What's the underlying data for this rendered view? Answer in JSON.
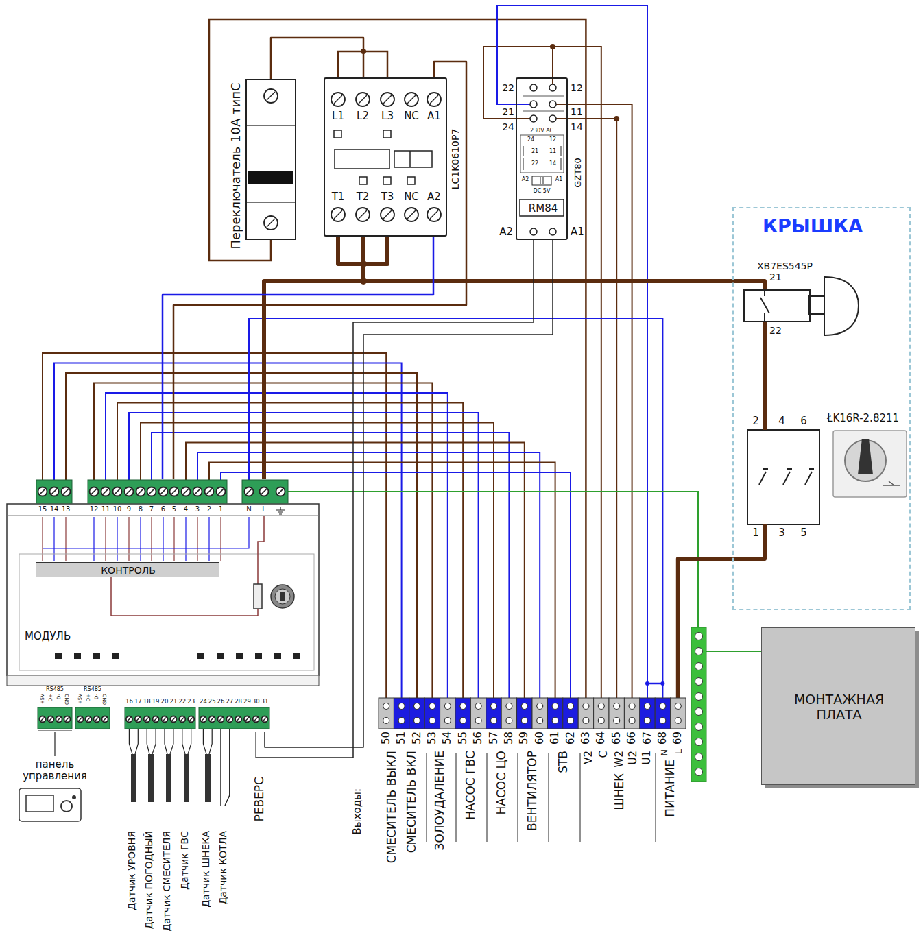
{
  "diagram": {
    "nodes": [
      {
        "text": [
          "Переключатель 10А типС"
        ]
      },
      {
        "text": [
          "LC1K0610P7"
        ]
      },
      {
        "text": [
          "GZT80",
          "RM84"
        ]
      },
      {
        "text": [
          "КРЫШКА"
        ]
      },
      {
        "text": [
          "XB7ES545P"
        ],
        "in": 3
      },
      {
        "text": [
          "ŁK16R-2.8211"
        ],
        "in": 3
      },
      {
        "text": [
          "МОДУЛЬ"
        ]
      },
      {
        "text": [
          "КОНТРОЛЬ"
        ],
        "in": 6
      },
      {
        "text": [
          "панель управления"
        ]
      },
      {
        "text": [
          "МОНТАЖНАЯ ПЛАТА"
        ]
      }
    ],
    "edges": [
      {
        "from": 0,
        "to": 1,
        "arrow": "none"
      },
      {
        "from": 1,
        "to": 6,
        "arrow": "none"
      },
      {
        "from": 1,
        "to": 4,
        "arrow": "none"
      },
      {
        "from": 1,
        "to": 6,
        "arrow": "none"
      },
      {
        "from": 1,
        "to": 6,
        "arrow": "none"
      },
      {
        "from": 2,
        "to": 6,
        "arrow": "none"
      },
      {
        "from": 2,
        "to": 6,
        "arrow": "none"
      },
      {
        "from": 4,
        "to": 5,
        "arrow": "none"
      },
      {
        "from": 6,
        "to": 8,
        "arrow": "none"
      }
    ],
    "labels": [
      "L1",
      "L2",
      "L3",
      "NC",
      "A1",
      "T1",
      "T2",
      "T3",
      "NC",
      "A2",
      "22",
      "12",
      "21",
      "11",
      "24",
      "14",
      "230V AC",
      "24",
      "12",
      "21",
      "11",
      "22",
      "14",
      "A2",
      "A1",
      "DC 5V",
      "A2",
      "A1",
      "21",
      "22",
      "2",
      "4",
      "6",
      "1",
      "3",
      "5",
      "15",
      "14",
      "13",
      "12",
      "11",
      "10",
      "9",
      "8",
      "7",
      "6",
      "5",
      "4",
      "3",
      "2",
      "1",
      "N",
      "L",
      "RS485",
      "RS485",
      "+5V",
      "D+",
      "D-",
      "GND",
      "+5V",
      "D+",
      "D-",
      "GND",
      "16",
      "17",
      "18",
      "19",
      "20",
      "21",
      "22",
      "23",
      "24",
      "25",
      "26",
      "27",
      "28",
      "29",
      "30",
      "31",
      "50",
      "51",
      "52",
      "53",
      "54",
      "55",
      "56",
      "57",
      "58",
      "59",
      "60",
      "61",
      "62",
      "63",
      "64",
      "65",
      "66",
      "67",
      "68",
      "69",
      "Выходы:",
      "СМЕСИТЕЛЬ ВЫКЛ",
      "СМЕСИТЕЛЬ ВКЛ",
      "ЗОЛОУДАЛЕНИЕ",
      "НАСОС ГВС",
      "НАСОС ЦО",
      "ВЕНТИЛЯТОР",
      "STB",
      "V2",
      "C",
      "W2",
      "ШНЕК",
      "U2",
      "U1",
      "N",
      "ПИТАНИЕ",
      "L",
      "Датчик УРОВНЯ",
      "Датчик ПОГОДНЫЙ",
      "Датчик СМЕСИТЕЛЯ",
      "Датчик ГВС",
      "Датчик ШНЕКА",
      "Датчик КОТЛА",
      "РЕВЕРС"
    ]
  }
}
